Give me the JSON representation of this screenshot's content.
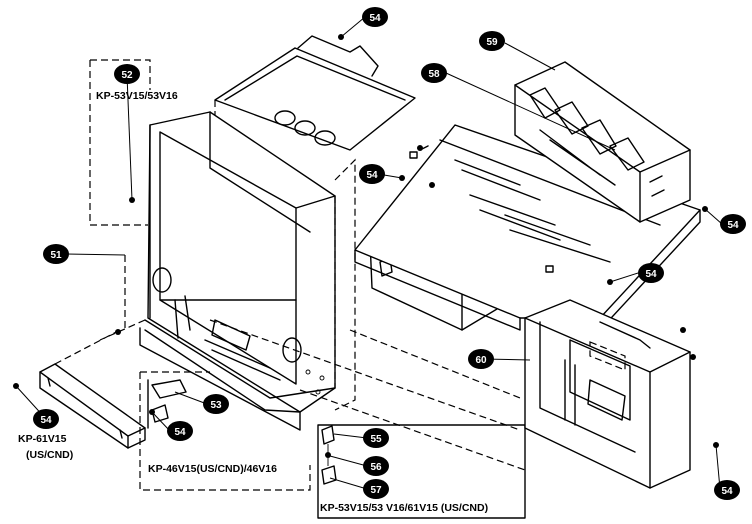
{
  "callouts": {
    "c51": "51",
    "c52": "52",
    "c53": "53",
    "c54a": "54",
    "c54b": "54",
    "c54c": "54",
    "c54d": "54",
    "c54e": "54",
    "c54f": "54",
    "c54g": "54",
    "c55": "55",
    "c56": "56",
    "c57": "57",
    "c58": "58",
    "c59": "59",
    "c60": "60"
  },
  "labels": {
    "model_53v15_53v16": "KP-53V15/53V16",
    "model_61v15": "KP-61V15",
    "model_61v15_region": "(US/CND)",
    "model_46v15": "KP-46V15(US/CND)/46V16",
    "model_53v15_bottom": "KP-53V15/53 V16/61V15 (US/CND)"
  }
}
